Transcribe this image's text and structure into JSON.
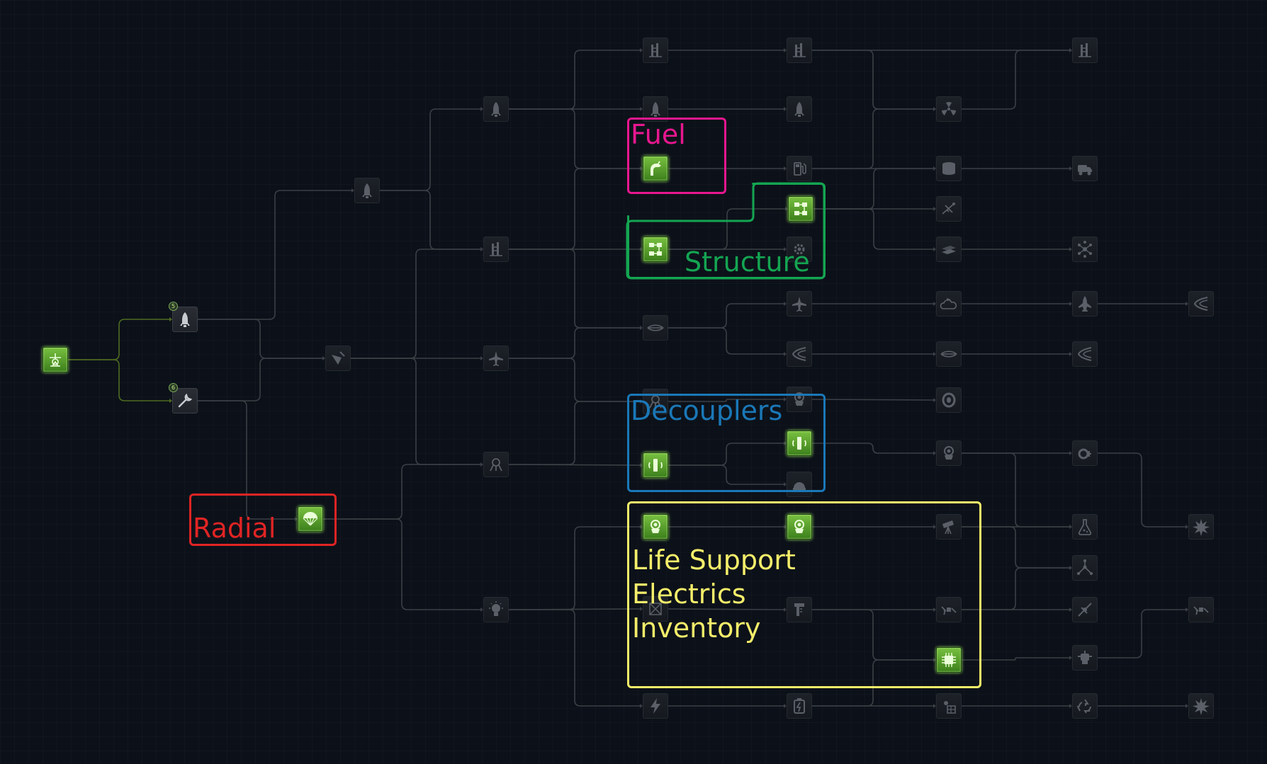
{
  "annotations": {
    "fuel": {
      "label": "Fuel",
      "color": "#e8178f"
    },
    "structure": {
      "label": "Structure",
      "color": "#14a552"
    },
    "decouplers": {
      "label": "Decouplers",
      "color": "#1a78b8"
    },
    "radial": {
      "label": "Radial",
      "color": "#e02424"
    },
    "life_support": {
      "color": "#f5ee6a",
      "lines": [
        "Life Support",
        "Electrics",
        "Inventory"
      ]
    }
  },
  "colors": {
    "link_default": "#3b3f45",
    "link_researched": "#4f6b22",
    "node_researched": "#5aa02c",
    "background": "#0c1119"
  },
  "nodes": {
    "start": {
      "icon": "launchpad-icon",
      "state": "researched"
    },
    "basic_rocketry": {
      "icon": "rocket-icon",
      "state": "available",
      "badge": "5"
    },
    "engineering_101": {
      "icon": "wrench-icon",
      "state": "available",
      "badge": "6"
    },
    "general_rocketry": {
      "icon": "rocket-icon",
      "state": "locked"
    },
    "stability": {
      "icon": "fin-icon",
      "state": "locked"
    },
    "survivability": {
      "icon": "parachute-icon",
      "state": "researched"
    },
    "advanced_rocketry": {
      "icon": "rocket-icon",
      "state": "locked"
    },
    "general_construction": {
      "icon": "tower-icon",
      "state": "locked"
    },
    "aviation": {
      "icon": "plane-icon",
      "state": "locked"
    },
    "landing": {
      "icon": "lander-icon",
      "state": "locked"
    },
    "basic_science": {
      "icon": "lightbulb-icon",
      "state": "locked"
    },
    "heavy_rocketry": {
      "icon": "tower-icon",
      "state": "locked"
    },
    "propulsion_systems": {
      "icon": "rocket-icon",
      "state": "locked"
    },
    "fuel_systems": {
      "icon": "fuel-nozzle-icon",
      "state": "researched"
    },
    "adv_construction": {
      "icon": "structure-icon",
      "state": "researched"
    },
    "aerodynamics": {
      "icon": "wing-icon",
      "state": "locked"
    },
    "adv_landing": {
      "icon": "lander-icon",
      "state": "locked"
    },
    "adv_flight_control": {
      "icon": "decoupler-icon",
      "state": "researched"
    },
    "space_exploration": {
      "icon": "capsule-icon",
      "state": "researched"
    },
    "electrics": {
      "icon": "lightning-icon",
      "state": "locked"
    },
    "hidden_probe": {
      "icon": "probe-icon",
      "state": "locked"
    },
    "heavier_rocketry": {
      "icon": "tower-icon",
      "state": "locked"
    },
    "precision_propulsion": {
      "icon": "rocket-icon",
      "state": "locked"
    },
    "adv_fuel_systems": {
      "icon": "fuel-pump-icon",
      "state": "locked"
    },
    "specialized_construction": {
      "icon": "structure-icon",
      "state": "researched"
    },
    "adv_metalworks": {
      "icon": "gear-icon",
      "state": "locked"
    },
    "supersonic_flight": {
      "icon": "plane-icon",
      "state": "locked"
    },
    "hypersonic_intake": {
      "icon": "intake-icon",
      "state": "locked"
    },
    "flight_control_2": {
      "icon": "capsule-icon",
      "state": "locked"
    },
    "specialized_control": {
      "icon": "decoupler-icon",
      "state": "researched"
    },
    "adv_exploration": {
      "icon": "dome-icon",
      "state": "locked"
    },
    "adv_exploration_2": {
      "icon": "capsule-icon",
      "state": "researched"
    },
    "adv_electrics": {
      "icon": "caliper-icon",
      "state": "locked"
    },
    "large_electrics": {
      "icon": "battery-icon",
      "state": "locked"
    },
    "nuclear_propulsion": {
      "icon": "radiation-icon",
      "state": "locked"
    },
    "fuel_tank_large": {
      "icon": "fuel-tank-icon",
      "state": "locked"
    },
    "precision_engineering": {
      "icon": "antenna-icon",
      "state": "locked"
    },
    "composites": {
      "icon": "plates-icon",
      "state": "locked"
    },
    "high_altitude": {
      "icon": "cloud-plane-icon",
      "state": "locked"
    },
    "airplane_parts": {
      "icon": "wing-icon",
      "state": "locked"
    },
    "landing_gear": {
      "icon": "tire-icon",
      "state": "locked"
    },
    "command_modules": {
      "icon": "capsule-icon",
      "state": "locked"
    },
    "science_tech": {
      "icon": "telescope-icon",
      "state": "locked"
    },
    "electronics": {
      "icon": "satellite-icon",
      "state": "locked"
    },
    "unmanned_tech": {
      "icon": "chip-icon",
      "state": "researched"
    },
    "solar": {
      "icon": "solar-icon",
      "state": "locked"
    },
    "very_heavy_rocketry": {
      "icon": "tower-icon",
      "state": "locked"
    },
    "heavy_transport": {
      "icon": "truck-icon",
      "state": "locked"
    },
    "meta_materials": {
      "icon": "molecule-icon",
      "state": "locked"
    },
    "aerospace_tech": {
      "icon": "rocket-plane-icon",
      "state": "locked"
    },
    "hypersonic_flight": {
      "icon": "intake-icon",
      "state": "locked"
    },
    "advanced_landing_gear": {
      "icon": "gear-wheel-icon",
      "state": "locked"
    },
    "experimental_science": {
      "icon": "flask-icon",
      "state": "locked"
    },
    "field_science": {
      "icon": "nodes-icon",
      "state": "locked"
    },
    "advanced_unmanned": {
      "icon": "probe-arm-icon",
      "state": "locked"
    },
    "automation": {
      "icon": "robot-icon",
      "state": "locked"
    },
    "specialized_electrics": {
      "icon": "recycle-icon",
      "state": "locked"
    },
    "experimental_aerodynamics": {
      "icon": "intake-icon",
      "state": "locked"
    },
    "experimental_motors": {
      "icon": "burst-icon",
      "state": "locked"
    },
    "experimental_electrics": {
      "icon": "satellite-icon",
      "state": "locked"
    },
    "experimental_propulsion": {
      "icon": "burst-icon",
      "state": "locked"
    }
  }
}
